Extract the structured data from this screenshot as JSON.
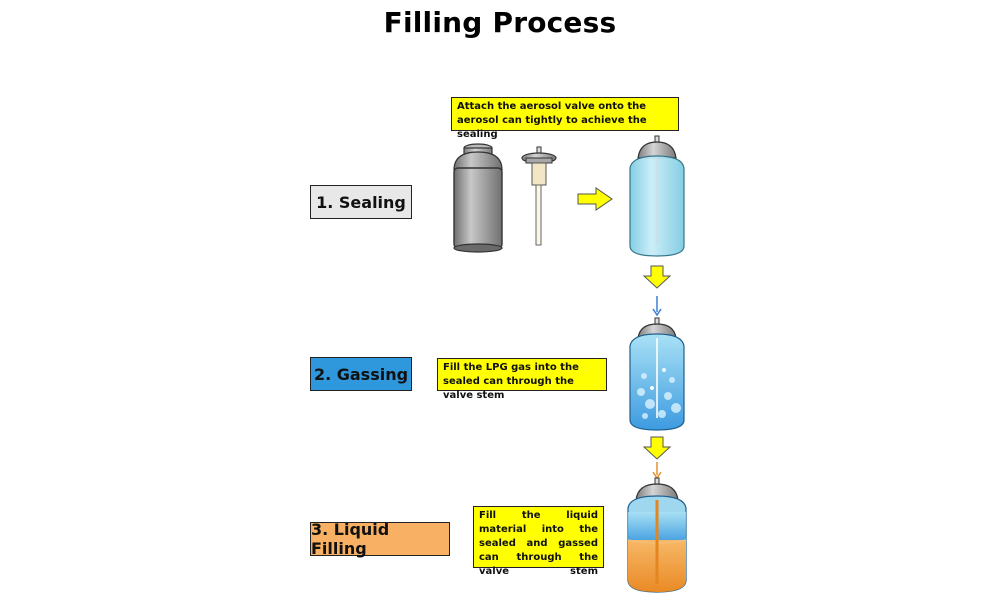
{
  "title": "Filling Process",
  "steps": [
    {
      "label": "1.  Sealing",
      "color": "#e8e8e8"
    },
    {
      "label": "2.  Gassing",
      "color": "#2f97db"
    },
    {
      "label": "3.  Liquid Filling",
      "color": "#f7b064"
    }
  ],
  "notes": {
    "sealing": "Attach the aerosol valve onto the aerosol can tightly to achieve the sealing",
    "gassing": "Fill the LPG gas into the sealed can through the valve stem",
    "liquid_filling": "Fill the liquid material into the sealed and gassed can through the valve stem"
  },
  "colors": {
    "note_background": "#ffff00",
    "arrow": "#ffff00",
    "gas": "#8fd3ee",
    "liquid": "#f5a64a",
    "can_metal": "#9a9a9a"
  },
  "icons": [
    "aerosol-can-icon",
    "aerosol-valve-icon",
    "right-arrow-icon",
    "down-arrow-icon",
    "sealed-can-icon",
    "gassed-can-icon",
    "filled-can-icon"
  ]
}
